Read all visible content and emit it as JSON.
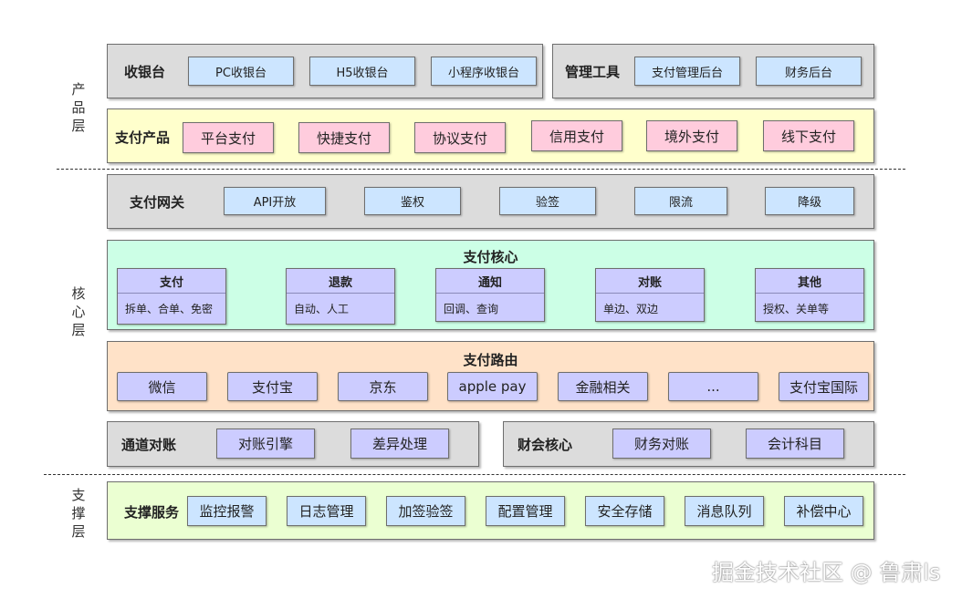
{
  "side_labels": {
    "product": "产品层",
    "core": "核心层",
    "support": "支撑层"
  },
  "cashier": {
    "label": "收银台",
    "items": [
      "PC收银台",
      "H5收银台",
      "小程序收银台"
    ]
  },
  "mgmt": {
    "label": "管理工具",
    "items": [
      "支付管理后台",
      "财务后台"
    ]
  },
  "products": {
    "label": "支付产品",
    "items": [
      "平台支付",
      "快捷支付",
      "协议支付",
      "信用支付",
      "境外支付",
      "线下支付"
    ]
  },
  "gateway": {
    "label": "支付网关",
    "items": [
      "API开放",
      "鉴权",
      "验签",
      "限流",
      "降级"
    ]
  },
  "core": {
    "title": "支付核心",
    "modules": [
      {
        "title": "支付",
        "desc": "拆单、合单、免密"
      },
      {
        "title": "退款",
        "desc": "自动、人工"
      },
      {
        "title": "通知",
        "desc": "回调、查询"
      },
      {
        "title": "对账",
        "desc": "单边、双边"
      },
      {
        "title": "其他",
        "desc": "授权、关单等"
      }
    ]
  },
  "routing": {
    "title": "支付路由",
    "items": [
      "微信",
      "支付宝",
      "京东",
      "apple pay",
      "金融相关",
      "...",
      "支付宝国际"
    ]
  },
  "channel_recon": {
    "label": "通道对账",
    "items": [
      "对账引擎",
      "差异处理"
    ]
  },
  "finance_core": {
    "label": "财会核心",
    "items": [
      "财务对账",
      "会计科目"
    ]
  },
  "support": {
    "label": "支撑服务",
    "items": [
      "监控报警",
      "日志管理",
      "加签验签",
      "配置管理",
      "安全存储",
      "消息队列",
      "补偿中心"
    ]
  },
  "watermark": "掘金技术社区 @ 鲁肃ls"
}
